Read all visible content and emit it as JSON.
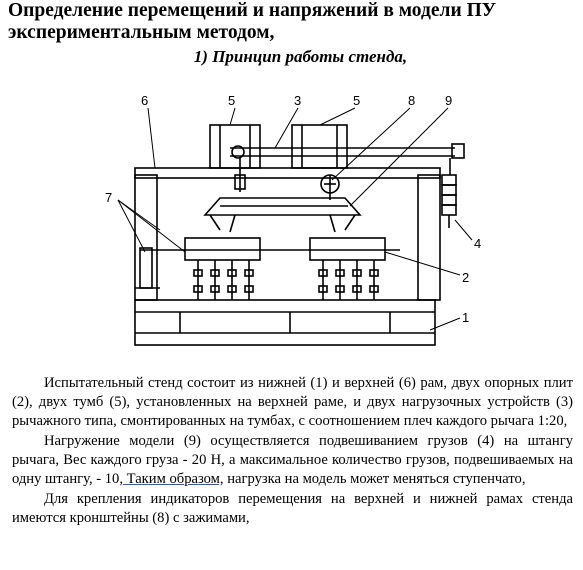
{
  "title": "Определение перемещений и напряжений в модели ПУ экспериментальным методом,",
  "subtitle": "1) Принцип работы стенда,",
  "figure": {
    "labels": {
      "n1": "1",
      "n2": "2",
      "n3": "3",
      "n4": "4",
      "n5a": "5",
      "n5b": "5",
      "n6": "6",
      "n7": "7",
      "n8": "8",
      "n9": "9"
    }
  },
  "paragraphs": {
    "p1": "Испытательный стенд состоит из нижней (1) и верхней (6) рам, двух опорных плит (2), двух тумб (5), установленных на верхней раме, и двух нагрузочных устройств (3) рычажного типа, смонтированных на тумбах, с соотношением плеч каждого рычага 1:20,",
    "p2a": "Нагружение модели (9) осуществляется подвешиванием грузов (4) на штангу рычага, Вес каждого груза - 20 Н, а максимальное количество грузов, подвешиваемых на одну штангу, - 10",
    "p2b": ", Таким образом,",
    "p2c": " нагрузка на модель может меняться ступенчато,",
    "p3": "Для крепления индикаторов перемещения на верхней и нижней рамах стенда имеются кронштейны (8) с зажимами,"
  }
}
